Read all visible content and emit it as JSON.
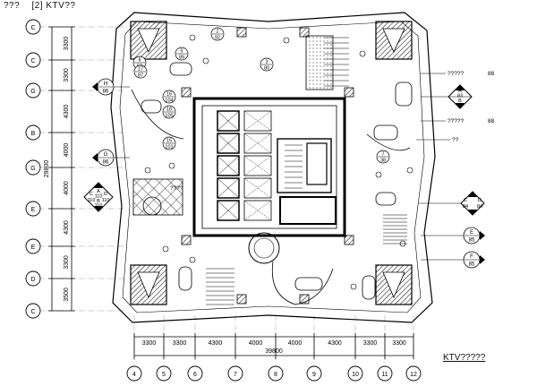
{
  "header": {
    "left": "???",
    "tag": "[2] KTV??"
  },
  "caption": "KTV?????",
  "row_axes": [
    "C",
    "C",
    "G",
    "B",
    "G",
    "E",
    "E",
    "D",
    "C"
  ],
  "row_dims": [
    "3300",
    "3300",
    "4300",
    "4000",
    "4000",
    "4300",
    "3300",
    "3500"
  ],
  "row_total": "29800",
  "col_axes": [
    "4",
    "5",
    "6",
    "7",
    "8",
    "9",
    "10",
    "11",
    "12"
  ],
  "col_dims": [
    "3300",
    "3300",
    "4300",
    "4000",
    "4000",
    "4300",
    "3300",
    "3300"
  ],
  "col_total": "39800",
  "room_tags": [
    {
      "id": "r2",
      "name": "2",
      "area": "92"
    },
    {
      "id": "r3",
      "name": "3",
      "area": "80"
    },
    {
      "id": "r5",
      "name": "5",
      "area": "89"
    },
    {
      "id": "r8",
      "name": "8",
      "area": "50"
    },
    {
      "id": "r17",
      "name": "17",
      "area": "87"
    },
    {
      "id": "r18",
      "name": "18",
      "area": "100"
    },
    {
      "id": "r16",
      "name": "16",
      "area": "104"
    },
    {
      "id": "r15",
      "name": "15",
      "area": "101"
    },
    {
      "id": "r7",
      "name": "7",
      "area": "38"
    }
  ],
  "diamond_tags": [
    {
      "id": "left-big",
      "top": "A",
      "top_val": "110",
      "left": "C",
      "left_val": "110",
      "right": "D",
      "right_val": "110",
      "bottom": "B",
      "bottom_val": "110"
    },
    {
      "id": "right-a",
      "top": "A",
      "top_val": "83",
      "bottom": "B",
      "bottom_val": "83"
    },
    {
      "id": "right-c",
      "left": "C",
      "left_val": "84",
      "right": "D",
      "right_val": "84"
    }
  ],
  "elevation_tags": [
    {
      "id": "h",
      "letter": "H",
      "value": "86"
    },
    {
      "id": "g",
      "letter": "G",
      "value": "86"
    },
    {
      "id": "e",
      "letter": "E",
      "value": "85"
    },
    {
      "id": "f",
      "letter": "F",
      "value": "85"
    }
  ],
  "notes": [
    {
      "id": "note1",
      "text": "?????",
      "value": "88"
    },
    {
      "id": "note2",
      "text": "?????",
      "value": "88"
    },
    {
      "id": "note3",
      "text": "??"
    },
    {
      "id": "note4",
      "text": "????"
    }
  ]
}
